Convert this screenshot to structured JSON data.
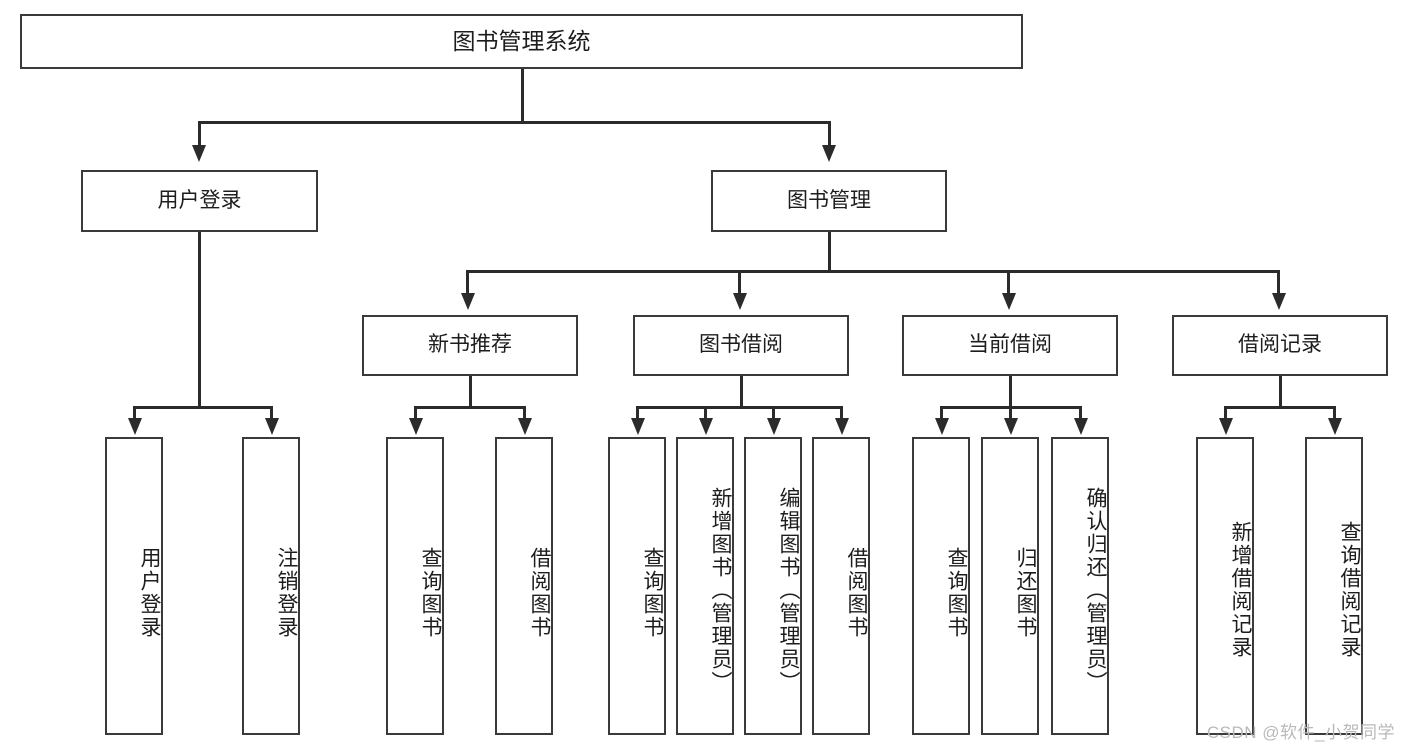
{
  "diagram": {
    "title": "图书管理系统",
    "watermark": "CSDN @软件_小贺同学",
    "root": {
      "label": "图书管理系统"
    },
    "level1": [
      {
        "label": "用户登录"
      },
      {
        "label": "图书管理"
      }
    ],
    "level2": [
      {
        "label": "新书推荐"
      },
      {
        "label": "图书借阅"
      },
      {
        "label": "当前借阅"
      },
      {
        "label": "借阅记录"
      }
    ],
    "leaves": {
      "user_login": [
        {
          "label": "用户登录"
        },
        {
          "label": "注销登录"
        }
      ],
      "new_book_rec": [
        {
          "label": "查询图书"
        },
        {
          "label": "借阅图书"
        }
      ],
      "book_borrow": [
        {
          "label": "查询图书"
        },
        {
          "label": "新增图书（管理员）"
        },
        {
          "label": "编辑图书（管理员）"
        },
        {
          "label": "借阅图书"
        }
      ],
      "current_borrow": [
        {
          "label": "查询图书"
        },
        {
          "label": "归还图书"
        },
        {
          "label": "确认归还（管理员）"
        }
      ],
      "borrow_record": [
        {
          "label": "新增借阅记录"
        },
        {
          "label": "查询借阅记录"
        }
      ]
    }
  }
}
